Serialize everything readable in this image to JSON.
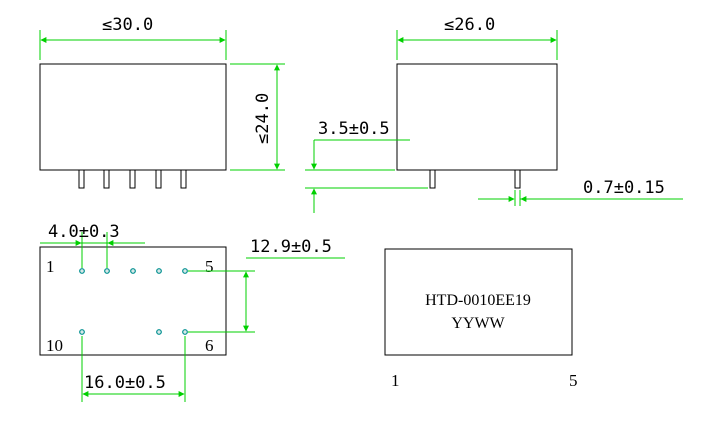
{
  "dimensions": {
    "front_width": "≤30.0",
    "side_width": "≤26.0",
    "height": "≤24.0",
    "pin_length": "3.5±0.5",
    "pin_diameter": "0.7±0.15",
    "pin_pitch": "4.0±0.3",
    "row_spacing": "12.9±0.5",
    "pin_span": "16.0±0.5"
  },
  "pins": {
    "top_left": "1",
    "top_right": "5",
    "bottom_left": "10",
    "bottom_right": "6"
  },
  "marking": {
    "line1": "HTD-0010EE19",
    "line2": "YYWW",
    "pin_left": "1",
    "pin_right": "5"
  },
  "colors": {
    "dimension_lines": "#00d000",
    "outline": "#000000",
    "pin_holes": "#009090"
  }
}
